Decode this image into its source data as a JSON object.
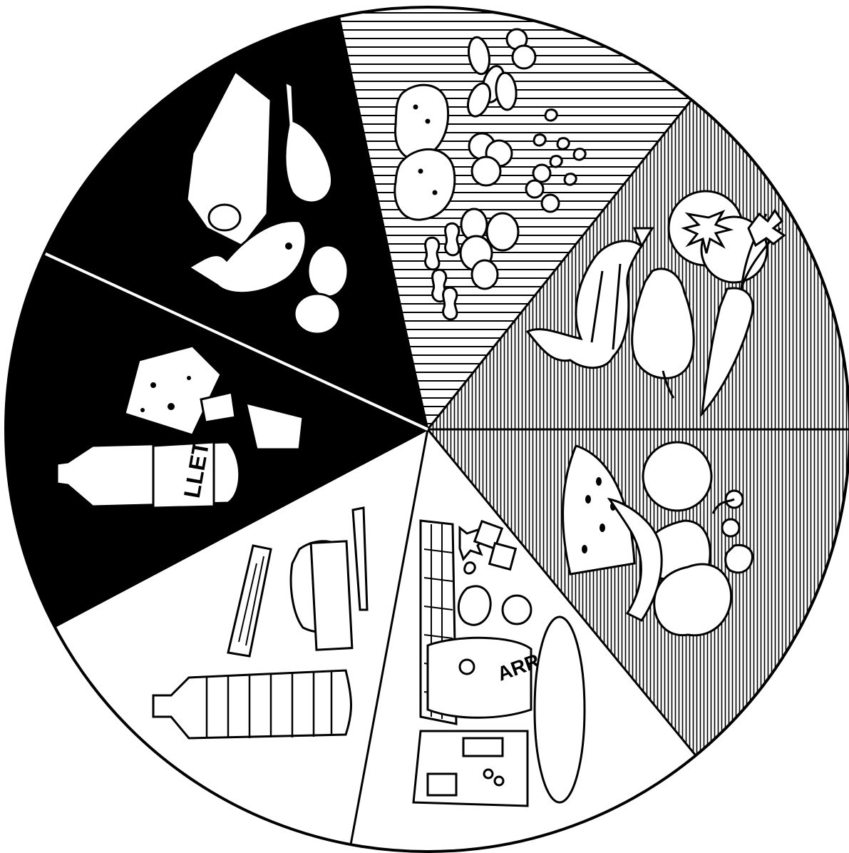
{
  "diagram": {
    "segments": [
      {
        "id": "tubers-legumes-nuts",
        "fill": "horizontal-lines",
        "foods": [
          "potato",
          "almond",
          "chickpea",
          "peanut",
          "hazelnut"
        ]
      },
      {
        "id": "vegetables",
        "fill": "vertical-hatch",
        "foods": [
          "lettuce",
          "tomato",
          "pepper",
          "carrot"
        ]
      },
      {
        "id": "fruits",
        "fill": "vertical-hatch",
        "foods": [
          "watermelon",
          "orange",
          "banana",
          "cherry",
          "pear",
          "apple",
          "strawberry"
        ]
      },
      {
        "id": "cereals-sugar",
        "fill": "white",
        "foods": [
          "bread",
          "candy",
          "cookie",
          "rice-bag",
          "cereal-box"
        ]
      },
      {
        "id": "fats-oils",
        "fill": "white",
        "foods": [
          "oil-bottle",
          "butter",
          "bacon",
          "knife"
        ]
      },
      {
        "id": "dairy",
        "fill": "black",
        "foods": [
          "cheese",
          "milk-bottle",
          "yogurt",
          "carton"
        ]
      },
      {
        "id": "meat-fish-eggs",
        "fill": "black",
        "foods": [
          "ham",
          "chicken-leg",
          "fish",
          "egg"
        ]
      }
    ],
    "labels": {
      "milk": "LLET",
      "rice": "ARROS"
    },
    "colors": {
      "ink": "#000000",
      "paper": "#ffffff",
      "gray": "#cccccc"
    }
  }
}
